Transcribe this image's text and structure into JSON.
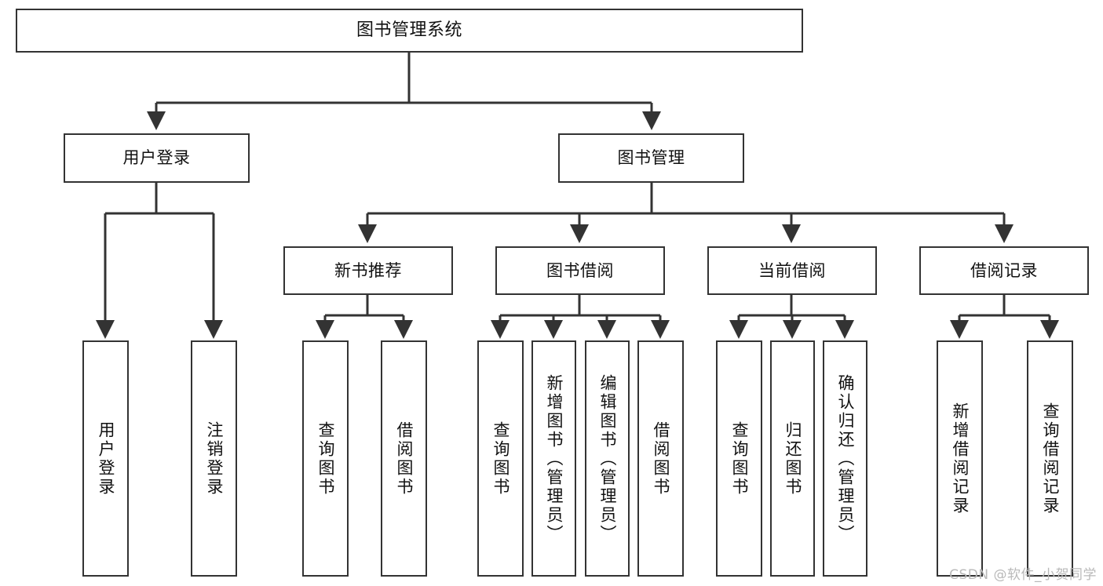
{
  "diagram": {
    "type": "tree-hierarchy",
    "title": "图书管理系统",
    "orientation": "top-down",
    "colors": {
      "box_border": "#333333",
      "box_fill": "#ffffff",
      "edge": "#333333",
      "text": "#111111",
      "watermark": "#b9b9b9"
    },
    "nodes": {
      "root": {
        "label": "图书管理系统"
      },
      "level2": [
        {
          "id": "user-login",
          "label": "用户登录"
        },
        {
          "id": "book-manage",
          "label": "图书管理"
        }
      ],
      "level3": [
        {
          "id": "new-book-recommend",
          "label": "新书推荐"
        },
        {
          "id": "book-borrow",
          "label": "图书借阅"
        },
        {
          "id": "current-borrow",
          "label": "当前借阅"
        },
        {
          "id": "borrow-record",
          "label": "借阅记录"
        }
      ],
      "leaves": {
        "user-login": [
          {
            "id": "leaf-user-login",
            "label": "用户登录"
          },
          {
            "id": "leaf-user-logout",
            "label": "注销登录"
          }
        ],
        "new-book-recommend": [
          {
            "id": "leaf-query-book-1",
            "label": "查询图书"
          },
          {
            "id": "leaf-borrow-book-1",
            "label": "借阅图书"
          }
        ],
        "book-borrow": [
          {
            "id": "leaf-query-book-2",
            "label": "查询图书"
          },
          {
            "id": "leaf-add-book",
            "label": "新增图书（管理员）"
          },
          {
            "id": "leaf-edit-book",
            "label": "编辑图书（管理员）"
          },
          {
            "id": "leaf-borrow-book-2",
            "label": "借阅图书"
          }
        ],
        "current-borrow": [
          {
            "id": "leaf-query-book-3",
            "label": "查询图书"
          },
          {
            "id": "leaf-return-book",
            "label": "归还图书"
          },
          {
            "id": "leaf-confirm-return",
            "label": "确认归还（管理员）"
          }
        ],
        "borrow-record": [
          {
            "id": "leaf-add-record",
            "label": "新增借阅记录"
          },
          {
            "id": "leaf-query-record",
            "label": "查询借阅记录"
          }
        ]
      }
    }
  },
  "watermark": {
    "text": "CSDN @软件_小贺同学"
  }
}
